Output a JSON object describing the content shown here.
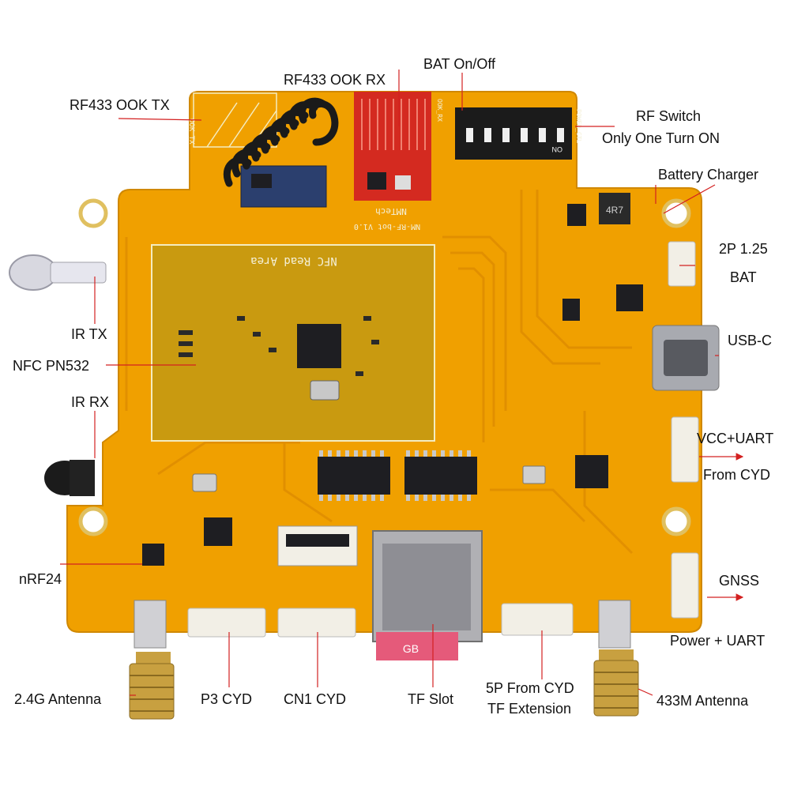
{
  "board": {
    "silkscreen": {
      "nfc_area": "NFC Read Area",
      "brand": "NMTech",
      "version": "NM-RF-bot V1.0",
      "ook_tx": "OOK_TX",
      "ook_rx": "OOK_RX",
      "power_ctl": "POWER_CTL",
      "dip_on": "ON",
      "inductor": "4R7",
      "card_text": "GB"
    },
    "colors": {
      "pcb": "#f0a000",
      "pcb_dark": "#d88a00",
      "trace": "#e89600",
      "chip": "#1e1e22",
      "red_module": "#d42a20",
      "white_connector": "#f2efe6",
      "gold": "#c8a040",
      "sd_metal": "#b0b0b4"
    }
  },
  "labels": [
    {
      "id": "rf433-tx",
      "text": "RF433 OOK TX"
    },
    {
      "id": "rf433-rx",
      "text": "RF433 OOK RX"
    },
    {
      "id": "bat-onoff",
      "text": "BAT On/Off"
    },
    {
      "id": "rf-switch-1",
      "text": "RF Switch"
    },
    {
      "id": "rf-switch-2",
      "text": "Only One Turn ON"
    },
    {
      "id": "battery-charger",
      "text": "Battery Charger"
    },
    {
      "id": "bat-2p-1",
      "text": "2P 1.25"
    },
    {
      "id": "bat-2p-2",
      "text": "BAT"
    },
    {
      "id": "usb-c",
      "text": "USB-C"
    },
    {
      "id": "vcc-uart-1",
      "text": "VCC+UART"
    },
    {
      "id": "vcc-uart-2",
      "text": "From CYD"
    },
    {
      "id": "gnss",
      "text": "GNSS"
    },
    {
      "id": "gnss-power",
      "text": "Power + UART"
    },
    {
      "id": "ant-433",
      "text": "433M Antenna"
    },
    {
      "id": "ext-5p-1",
      "text": "5P From CYD"
    },
    {
      "id": "ext-5p-2",
      "text": "TF Extension"
    },
    {
      "id": "tf-slot",
      "text": "TF Slot"
    },
    {
      "id": "cn1-cyd",
      "text": "CN1 CYD"
    },
    {
      "id": "p3-cyd",
      "text": "P3 CYD"
    },
    {
      "id": "ant-24",
      "text": "2.4G Antenna"
    },
    {
      "id": "nrf24",
      "text": "nRF24"
    },
    {
      "id": "ir-rx",
      "text": "IR RX"
    },
    {
      "id": "nfc-pn532",
      "text": "NFC PN532"
    },
    {
      "id": "ir-tx",
      "text": "IR TX"
    }
  ]
}
